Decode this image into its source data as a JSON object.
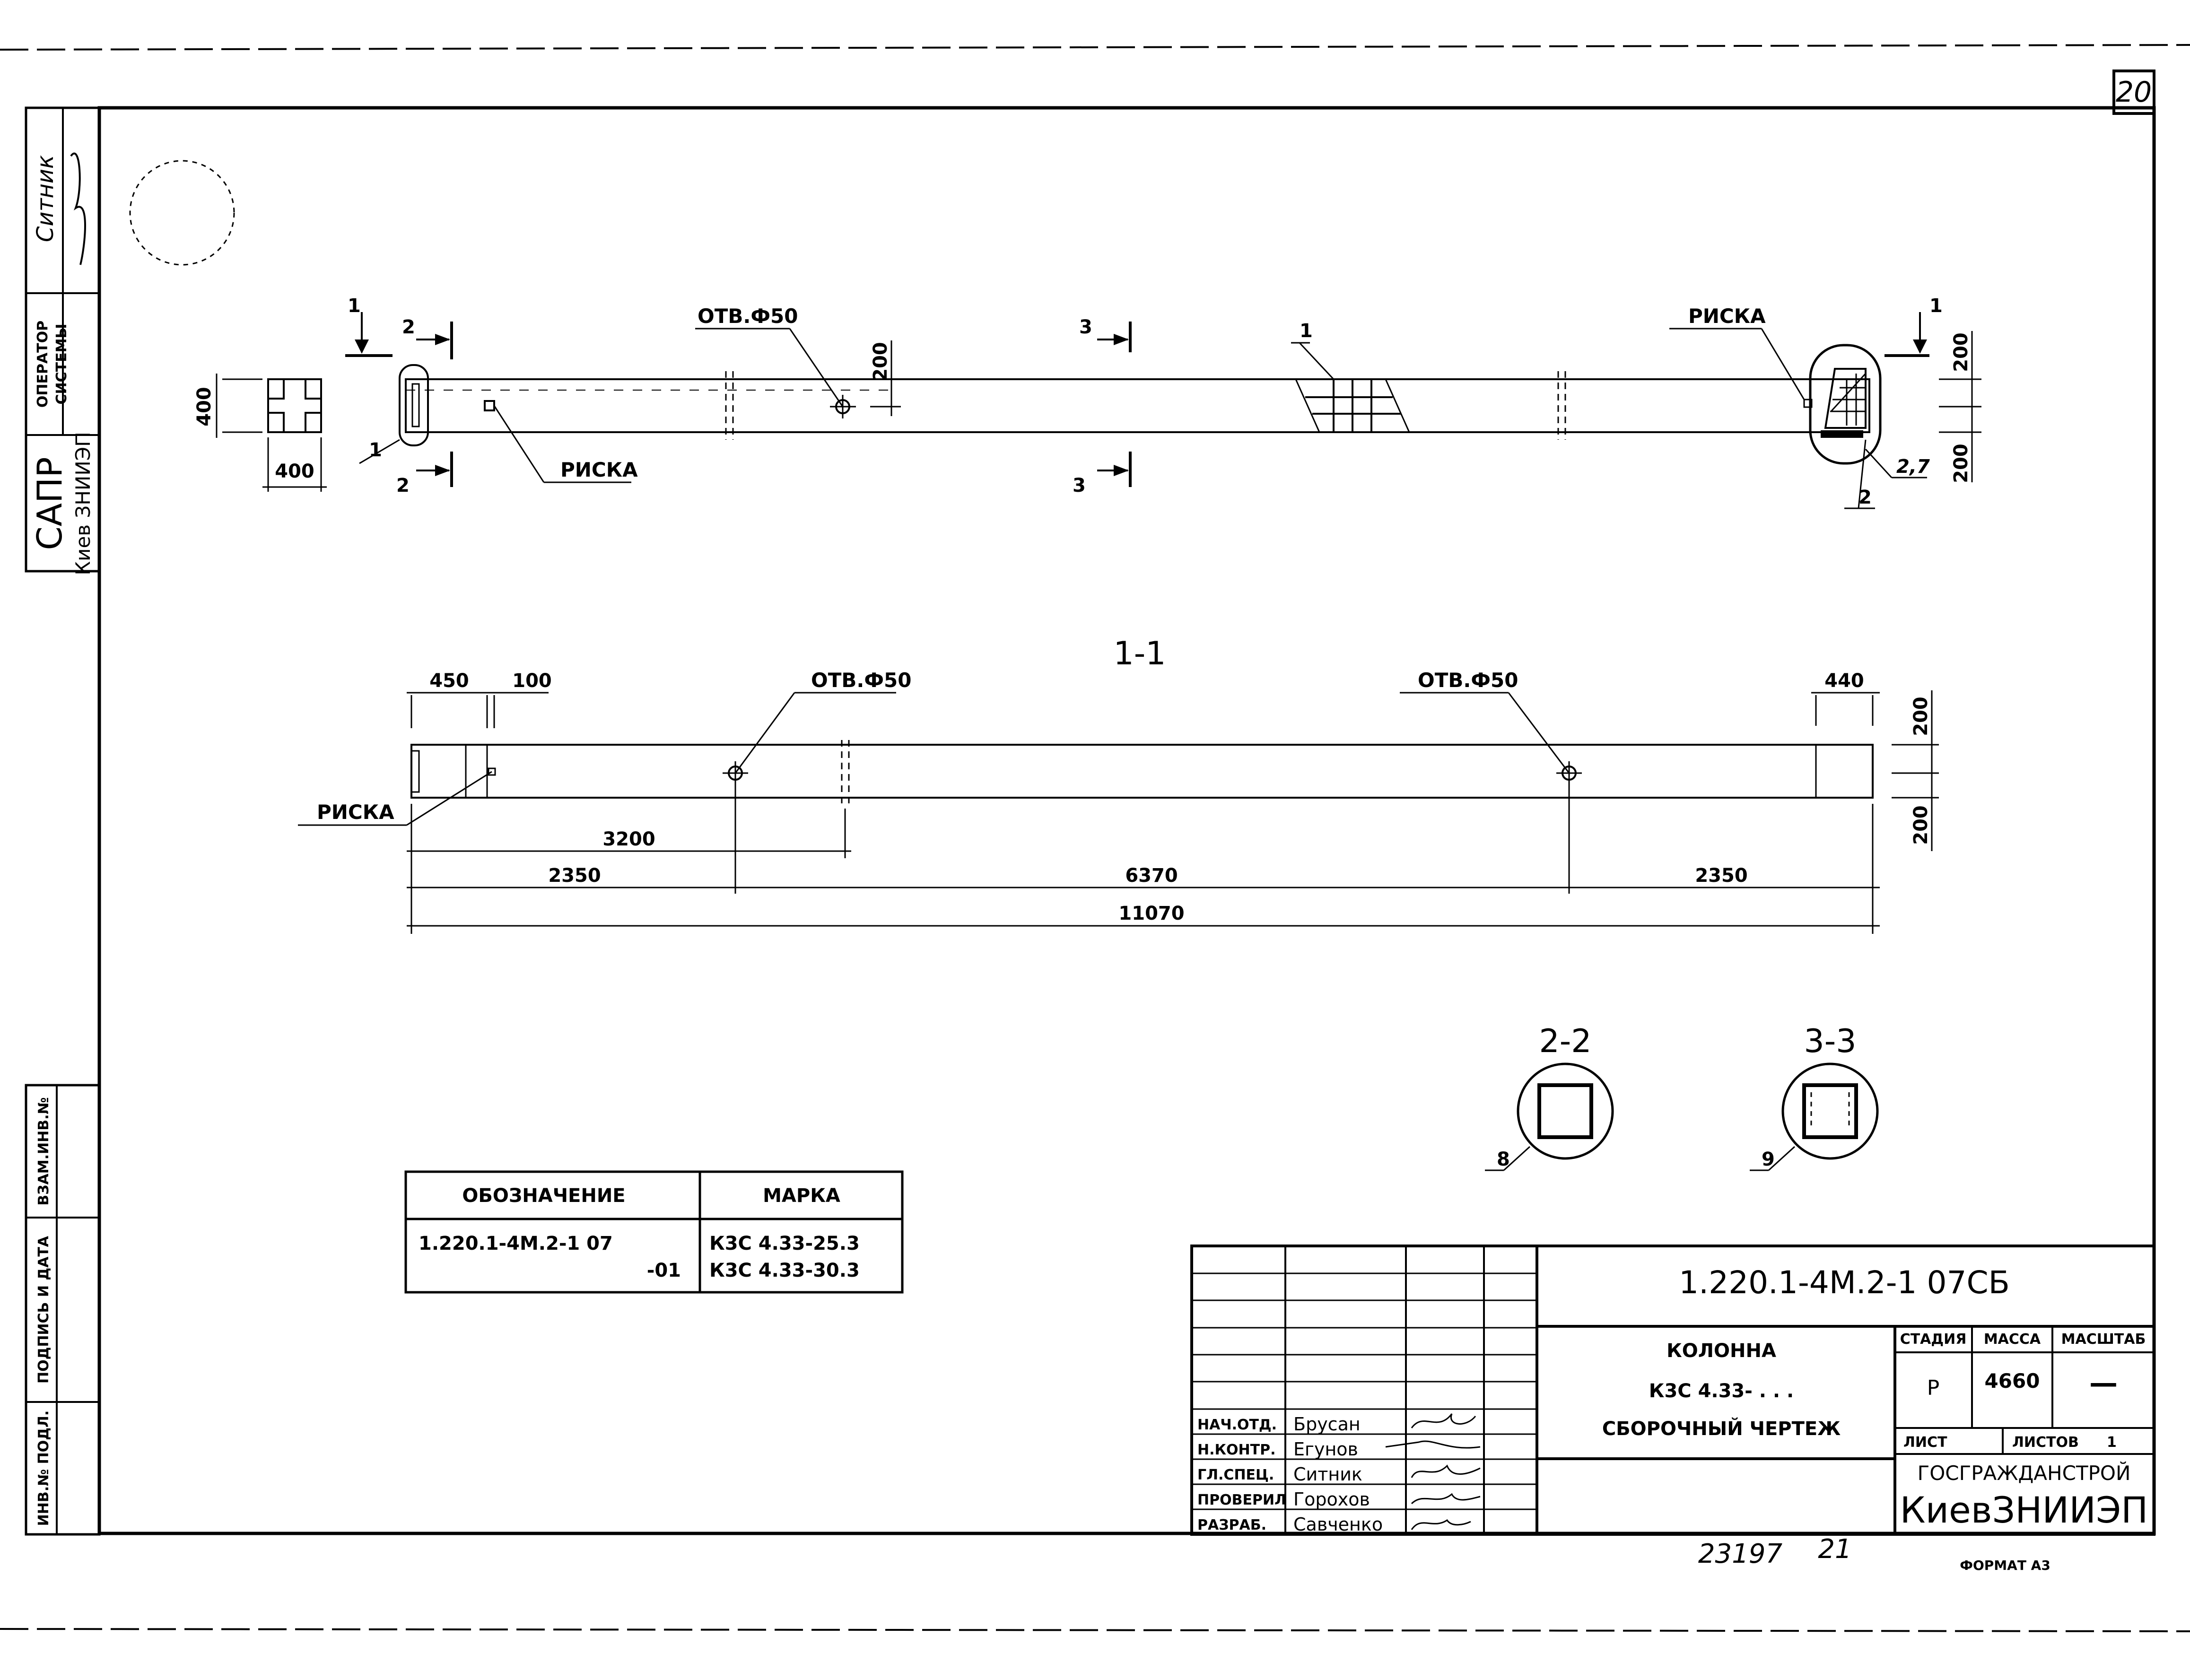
{
  "page_number": "20",
  "left_strip": {
    "signature_text": "Ситник",
    "operator_label_1": "ОПЕРАТОР",
    "operator_label_2": "СИСТЕМЫ",
    "sapr": "САПР",
    "sapr_org": "Киев ЗНИИЭП",
    "inv_replace": "ВЗАМ.ИНВ.№",
    "sign_date": "ПОДПИСЬ И ДАТА",
    "inv_orig": "ИНВ.№ ПОДЛ."
  },
  "top_view": {
    "section_400_h": "400",
    "section_400_w": "400",
    "hole_label": "ОТВ.Ф50",
    "dim_200": "200",
    "risk_left": "РИСКА",
    "risk_right": "РИСКА",
    "pos_1_left": "1",
    "pos_1_mid": "1",
    "pos_2_right": "2",
    "cut_1_left": "1",
    "cut_1_right": "1",
    "cut_2_top": "2",
    "cut_2_bottom": "2",
    "cut_3_top": "3",
    "cut_3_bottom": "3",
    "dim_200_top": "200",
    "dim_200_bottom": "200",
    "weld_27": "2,7"
  },
  "section_1_1": {
    "title": "1-1",
    "dim_450": "450",
    "dim_100": "100",
    "hole_label_left": "ОТВ.Ф50",
    "hole_label_right": "ОТВ.Ф50",
    "dim_440": "440",
    "dim_200_top": "200",
    "dim_200_bottom": "200",
    "risk": "РИСКА",
    "dim_3200": "3200",
    "dim_2350_left": "2350",
    "dim_6370": "6370",
    "dim_2350_right": "2350",
    "dim_11070": "11070"
  },
  "sections": {
    "s22_title": "2-2",
    "s22_pos": "8",
    "s33_title": "3-3",
    "s33_pos": "9"
  },
  "spec_table": {
    "header_designation": "ОБОЗНАЧЕНИЕ",
    "header_mark": "МАРКА",
    "row1_designation": "1.220.1-4М.2-1 07",
    "row2_designation": "-01",
    "row1_mark": "К3С 4.33-25.3",
    "row2_mark": "К3С 4.33-30.3"
  },
  "title_block": {
    "doc_code": "1.220.1-4М.2-1 07СБ",
    "name_1": "КОЛОННА",
    "name_2": "К3С 4.33- . . .",
    "name_3": "СБОРОЧНЫЙ ЧЕРТЕЖ",
    "stage_label": "СТАДИЯ",
    "mass_label": "МАССА",
    "scale_label": "МАСШТАБ",
    "stage_value": "Р",
    "mass_value": "4660",
    "scale_value": "—",
    "sheet_label": "ЛИСТ",
    "sheets_label": "ЛИСТОВ",
    "sheets_value": "1",
    "org_1": "ГОСГРАЖДАНСТРОЙ",
    "org_2": "КиевЗНИИЭП",
    "people": [
      {
        "role": "НАЧ.ОТД.",
        "name": "Брусан"
      },
      {
        "role": "Н.КОНТР.",
        "name": "Егунов"
      },
      {
        "role": "ГЛ.СПЕЦ.",
        "name": "Ситник"
      },
      {
        "role": "ПРОВЕРИЛ",
        "name": "Горохов"
      },
      {
        "role": "РАЗРАБ.",
        "name": "Савченко"
      }
    ]
  },
  "footer": {
    "inventory": "23197",
    "sheet_no": "21",
    "format": "ФОРМАТ А3"
  }
}
